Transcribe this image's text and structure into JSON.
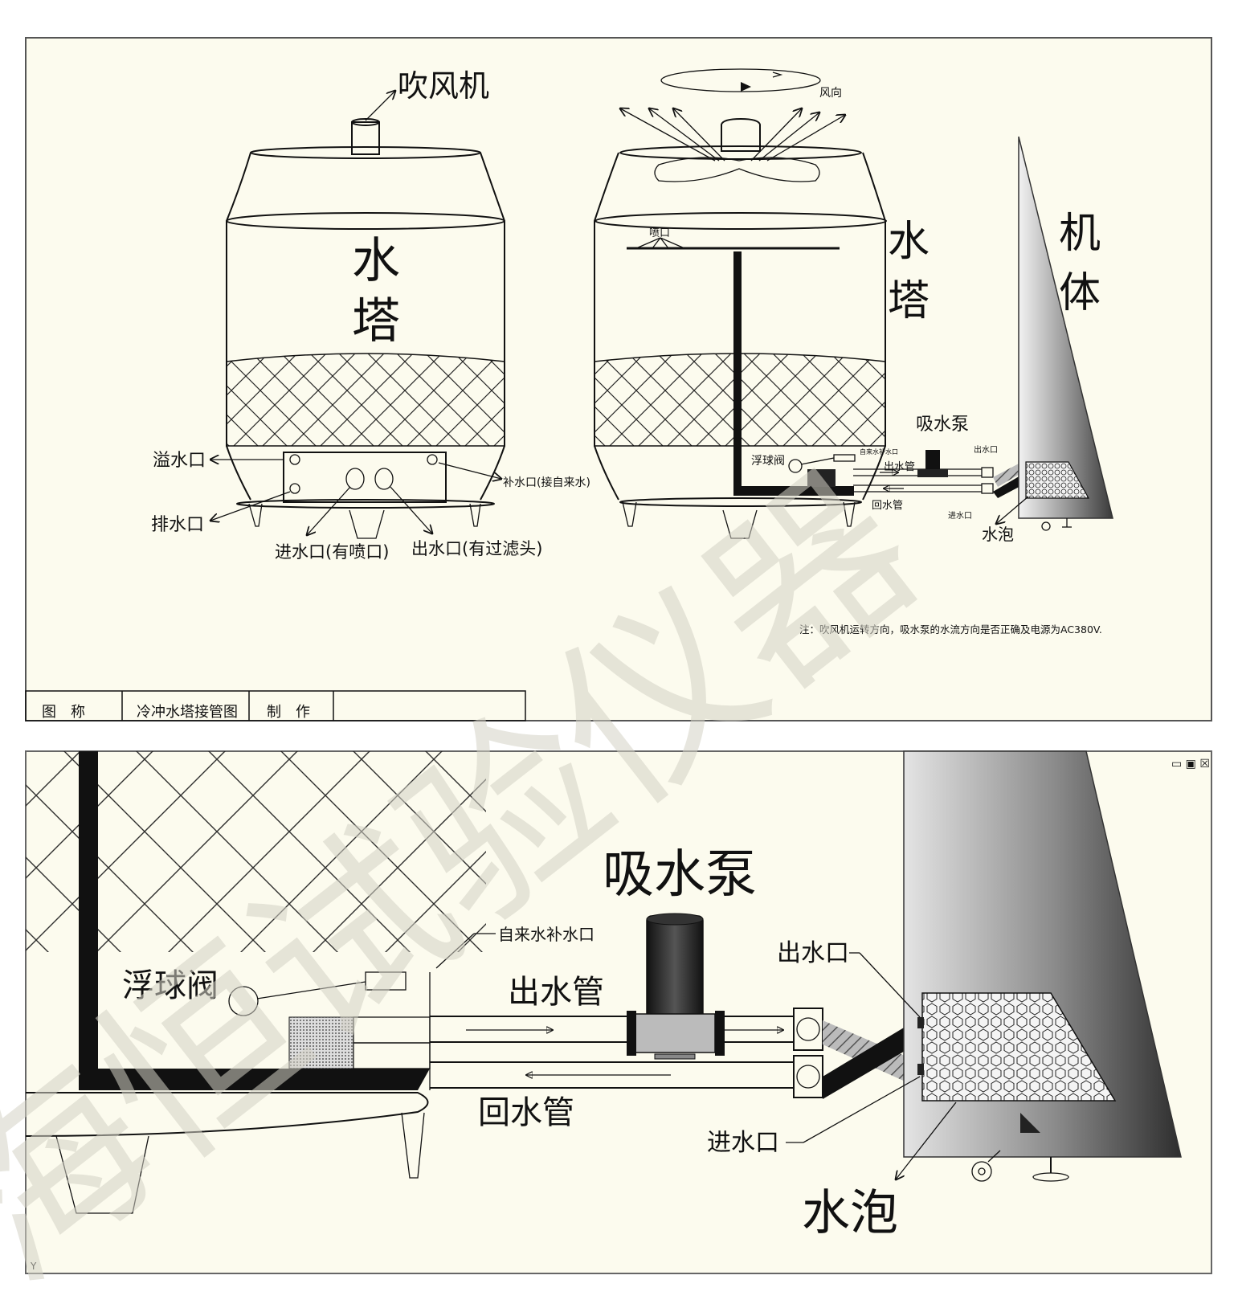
{
  "panel_top": {
    "left_tower": {
      "blower": "吹风机",
      "tower": "水",
      "tower2": "塔",
      "overflow": "溢水口",
      "drain": "排水口",
      "inlet": "进水口(有喷口)",
      "outlet": "出水口(有过滤头)",
      "makeup": "补水口(接自来水)"
    },
    "right_tower": {
      "wind_dir": "风向",
      "nozzle": "喷口",
      "tower": "水",
      "tower2": "塔",
      "machine": "机",
      "machine2": "体",
      "pump": "吸水泵",
      "float_valve": "浮球阀",
      "tap_makeup": "自来水补水口",
      "out_pipe": "出水管",
      "return_pipe": "回水管",
      "out_port": "出水口",
      "in_port": "进水口",
      "bubble": "水泡"
    },
    "note": "注：吹风机运转方向，吸水泵的水流方向是否正确及电源为AC380V.",
    "title_block": {
      "name_label": "图　称",
      "name_value": "冷冲水塔接管图",
      "maker_label": "制　作"
    }
  },
  "panel_bottom": {
    "pump": "吸水泵",
    "float_valve": "浮球阀",
    "tap_makeup": "自来水补水口",
    "out_pipe": "出水管",
    "return_pipe": "回水管",
    "out_port": "出水口",
    "in_port": "进水口",
    "bubble": "水泡",
    "window_controls": "▭ ▣ ☒",
    "axis_mark": "Y"
  },
  "watermark": "海恒试验仪器",
  "colors": {
    "paper": "#fcfbee",
    "ink": "#111111",
    "watermark": "#d4d2c6"
  }
}
